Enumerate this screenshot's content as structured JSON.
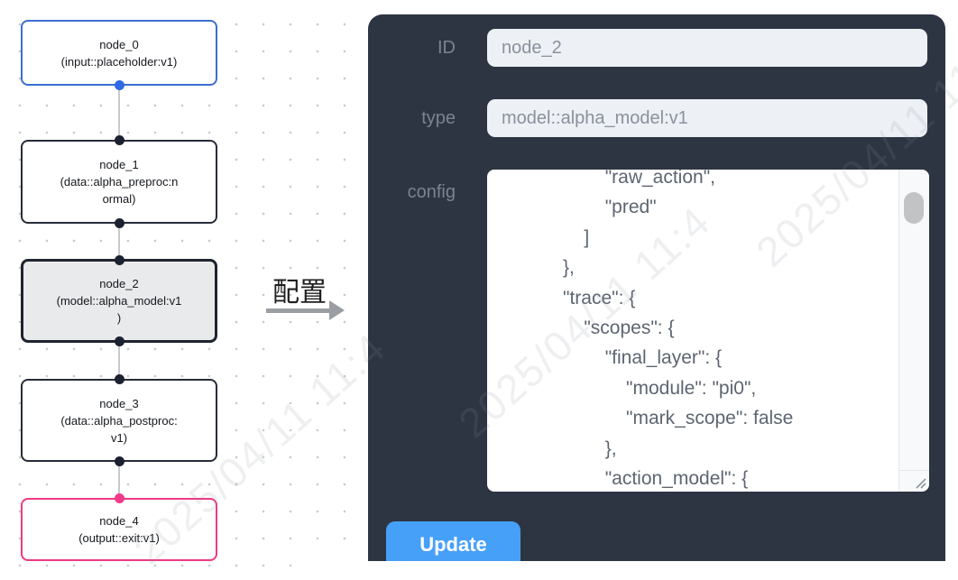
{
  "flow": {
    "nodes": [
      {
        "id": "node_0",
        "lines": [
          "node_0",
          "(input::placeholder:v1)"
        ],
        "variant": "input"
      },
      {
        "id": "node_1",
        "lines": [
          "node_1",
          "(data::alpha_preproc:n",
          "ormal)"
        ],
        "variant": "default"
      },
      {
        "id": "node_2",
        "lines": [
          "node_2",
          "(model::alpha_model:v1",
          ")"
        ],
        "variant": "selected"
      },
      {
        "id": "node_3",
        "lines": [
          "node_3",
          "(data::alpha_postproc:",
          "v1)"
        ],
        "variant": "default"
      },
      {
        "id": "node_4",
        "lines": [
          "node_4",
          "(output::exit:v1)"
        ],
        "variant": "output"
      }
    ]
  },
  "transition": {
    "label": "配置"
  },
  "panel": {
    "fields": [
      {
        "label": "ID",
        "value": "node_2"
      },
      {
        "label": "type",
        "value": "model::alpha_model:v1"
      }
    ],
    "config_label": "config",
    "config_text": "                    \"raw_action\",\n                    \"pred\"\n                ]\n            },\n            \"trace\": {\n                \"scopes\": {\n                    \"final_layer\": {\n                        \"module\": \"pi0\",\n                        \"mark_scope\": false\n                    },\n                    \"action_model\": {",
    "update_label": "Update"
  },
  "watermark": "2025/04/11 11:4",
  "colors": {
    "panel_bg": "#2d3543",
    "input_bg": "#edf0f5",
    "button_blue": "#47a0f8",
    "node_border_default": "#272c38",
    "node_border_input": "#3d6ed0",
    "node_border_output": "#ee3a82",
    "node_selected_bg": "#e9eaeb",
    "port_blue": "#2d6ae3",
    "port_dark": "#1c2130",
    "port_pink": "#f23a8c",
    "edge_gray": "#c6c9ce"
  }
}
